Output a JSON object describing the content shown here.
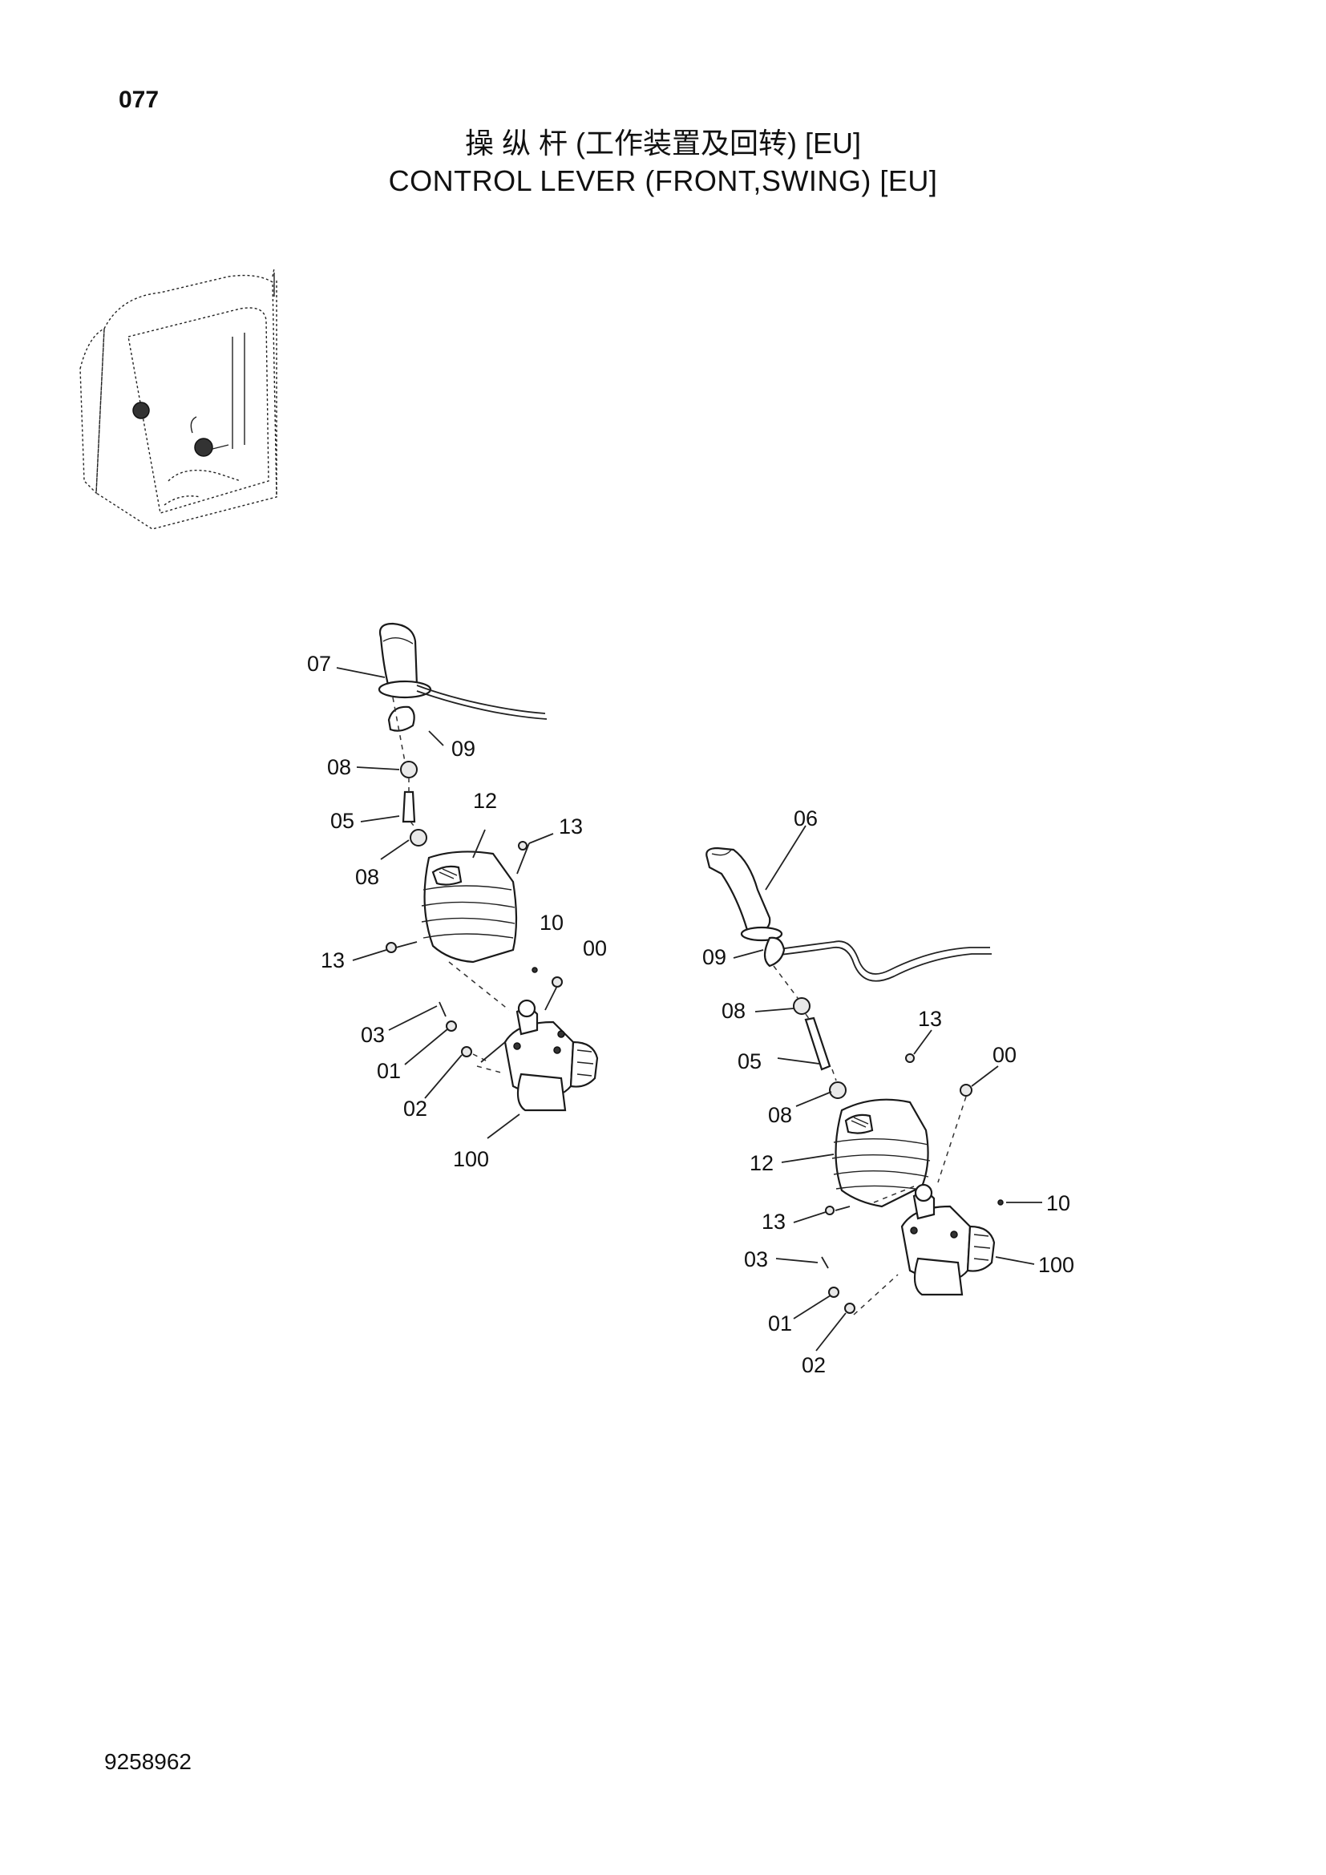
{
  "page_number": "077",
  "title_cn": "操 纵 杆 (工作装置及回转) [EU]",
  "title_en": "CONTROL  LEVER  (FRONT,SWING) [EU]",
  "document_number": "9258962",
  "left_assembly_labels": {
    "l07": "07",
    "l09": "09",
    "l08a": "08",
    "l05": "05",
    "l12": "12",
    "l13a": "13",
    "l08b": "08",
    "l10": "10",
    "l00": "00",
    "l13b": "13",
    "l03": "03",
    "l01": "01",
    "l02": "02",
    "l100": "100"
  },
  "right_assembly_labels": {
    "l06": "06",
    "l09": "09",
    "l08a": "08",
    "l13a": "13",
    "l05": "05",
    "l00": "00",
    "l08b": "08",
    "l12": "12",
    "l10": "10",
    "l13b": "13",
    "l03": "03",
    "l100": "100",
    "l01": "01",
    "l02": "02"
  }
}
